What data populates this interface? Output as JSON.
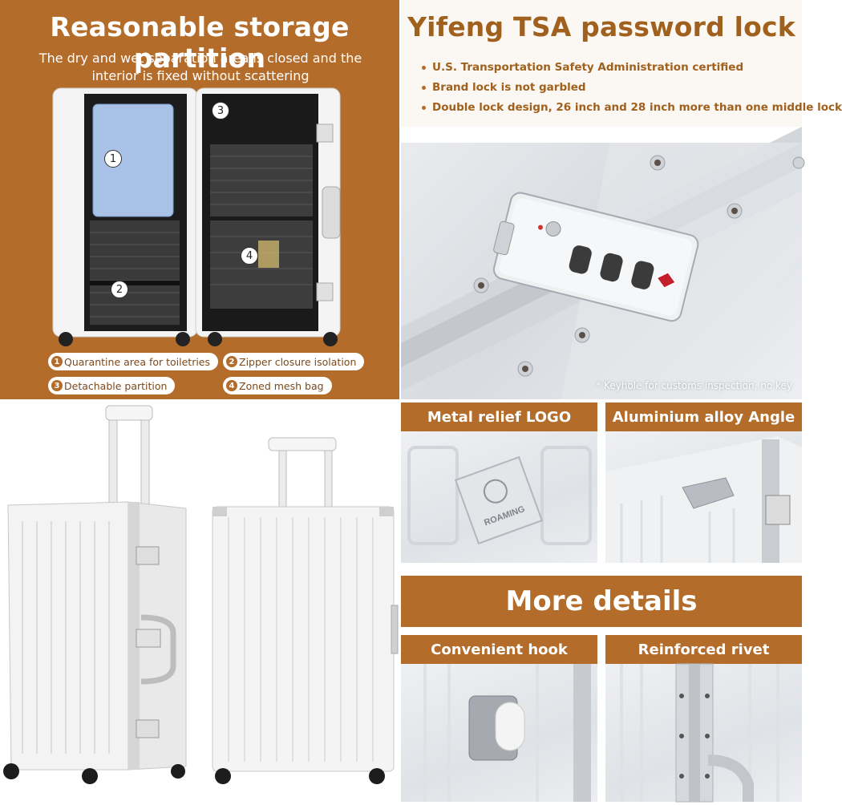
{
  "storage": {
    "title": "Reasonable storage partition",
    "subtitle": "The dry and wet separation area is closed and the interior is fixed without scattering",
    "markers": [
      "1",
      "2",
      "3",
      "4"
    ],
    "features": [
      {
        "num": "1",
        "label": "Quarantine area for toiletries"
      },
      {
        "num": "2",
        "label": "Zipper closure isolation"
      },
      {
        "num": "3",
        "label": "Detachable partition"
      },
      {
        "num": "4",
        "label": "Zoned mesh bag"
      }
    ]
  },
  "tsa": {
    "title": "Yifeng TSA password lock",
    "bullets": [
      "U.S. Transportation Safety Administration certified",
      "Brand lock is not garbled",
      "Double lock design, 26 inch and 28 inch more than one middle lock"
    ],
    "caption": "* Keyhole for customs inspection, no key"
  },
  "details": {
    "logo_title": "Metal relief LOGO",
    "logo_text": "ROAMING",
    "angle_title": "Aluminium alloy Angle",
    "more_title": "More details",
    "hook_title": "Convenient hook",
    "rivet_title": "Reinforced rivet"
  },
  "colors": {
    "brand": "#b36c2a",
    "brand_text": "#a0601e",
    "cream": "#fbf7f2"
  }
}
